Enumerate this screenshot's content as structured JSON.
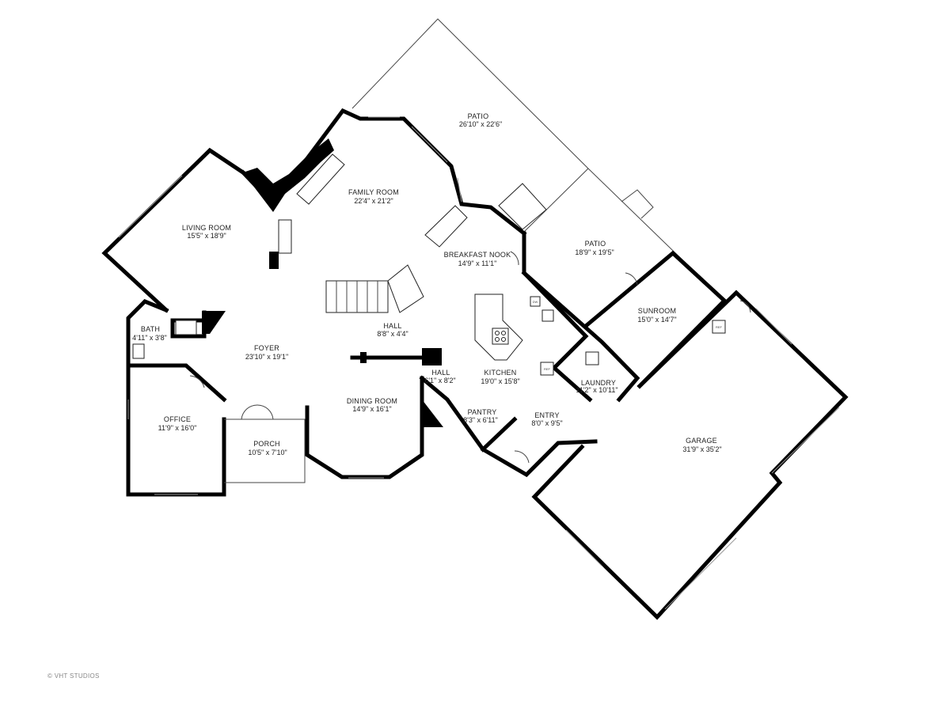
{
  "rooms": {
    "patio_top": {
      "name": "PATIO",
      "dims": "26'10\" x 22'6\""
    },
    "family_room": {
      "name": "FAMILY ROOM",
      "dims": "22'4\" x 21'2\""
    },
    "living_room": {
      "name": "LIVING ROOM",
      "dims": "15'5\" x 18'9\""
    },
    "breakfast_nook": {
      "name": "BREAKFAST NOOK",
      "dims": "14'9\" x 11'1\""
    },
    "patio_right": {
      "name": "PATIO",
      "dims": "18'9\" x 19'5\""
    },
    "sunroom": {
      "name": "SUNROOM",
      "dims": "15'0\" x 14'7\""
    },
    "bath": {
      "name": "BATH",
      "dims": "4'11\" x 3'8\""
    },
    "hall_upper": {
      "name": "HALL",
      "dims": "8'8\" x 4'4\""
    },
    "foyer": {
      "name": "FOYER",
      "dims": "23'10\" x 19'1\""
    },
    "hall_lower": {
      "name": "HALL",
      "dims": "6'1\" x 8'2\""
    },
    "kitchen": {
      "name": "KITCHEN",
      "dims": "19'0\" x 15'8\""
    },
    "laundry": {
      "name": "LAUNDRY",
      "dims": "11'2\" x 10'11\""
    },
    "office": {
      "name": "OFFICE",
      "dims": "11'9\" x 16'0\""
    },
    "dining_room": {
      "name": "DINING ROOM",
      "dims": "14'9\" x 16'1\""
    },
    "pantry": {
      "name": "PANTRY",
      "dims": "8'3\" x 6'11\""
    },
    "entry": {
      "name": "ENTRY",
      "dims": "8'0\" x 9'5\""
    },
    "porch": {
      "name": "PORCH",
      "dims": "10'5\" x 7'10\""
    },
    "garage": {
      "name": "GARAGE",
      "dims": "31'9\" x 35'2\""
    }
  },
  "fixtures": {
    "dw": "DW",
    "ref": "REF",
    "ref2": "REF"
  },
  "copyright": "© VHT STUDIOS"
}
